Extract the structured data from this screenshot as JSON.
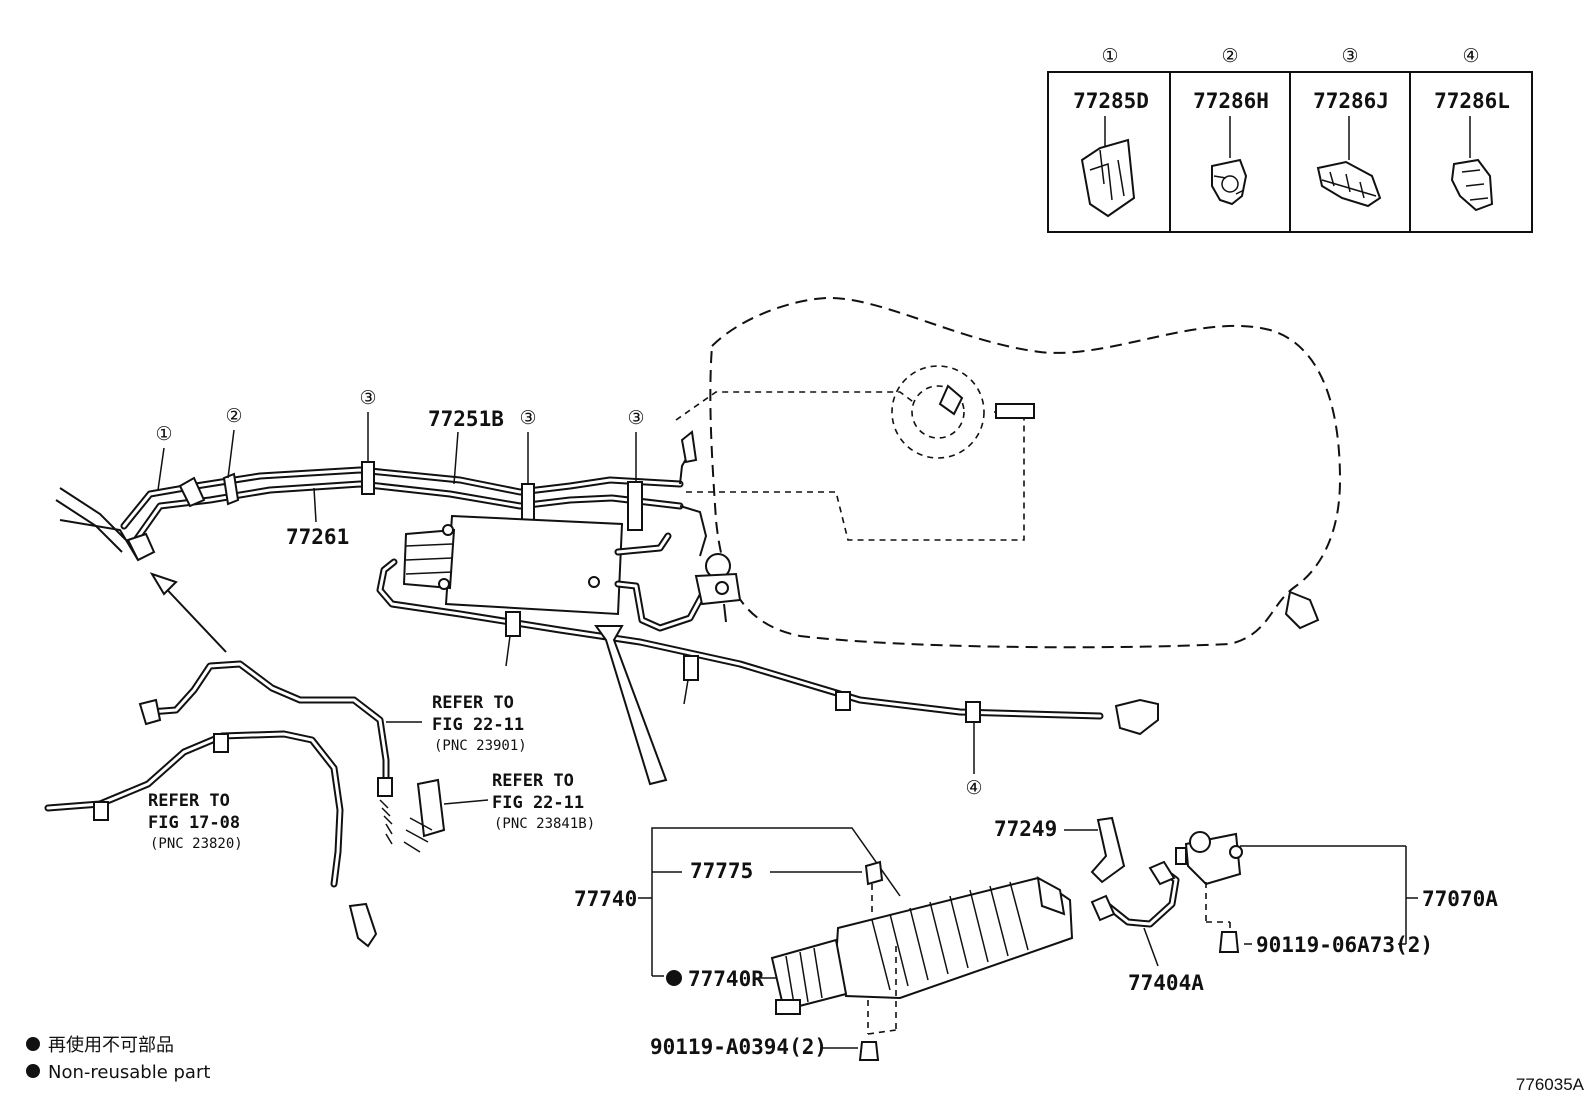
{
  "clip_table": {
    "columns": [
      {
        "index": "①",
        "part": "77285D"
      },
      {
        "index": "②",
        "part": "77286H"
      },
      {
        "index": "③",
        "part": "77286J"
      },
      {
        "index": "④",
        "part": "77286L"
      }
    ]
  },
  "callouts": {
    "c1": "①",
    "c2": "②",
    "c3a": "③",
    "c3b": "③",
    "c3c": "③",
    "c4": "④"
  },
  "parts": {
    "p77251B": "77251B",
    "p77261": "77261",
    "p77249": "77249",
    "p77070A": "77070A",
    "p77740": "77740",
    "p77775": "77775",
    "p77740R": "77740R",
    "p77404A": "77404A",
    "bolt_a": "90119-06A73(2)",
    "bolt_b": "90119-A0394(2)"
  },
  "references": [
    {
      "line1": "REFER TO",
      "line2": "FIG 22-11",
      "pnc": "(PNC 23901)"
    },
    {
      "line1": "REFER TO",
      "line2": "FIG 22-11",
      "pnc": "(PNC 23841B)"
    },
    {
      "line1": "REFER TO",
      "line2": "FIG 17-08",
      "pnc": "(PNC 23820)"
    }
  ],
  "legend": {
    "line1": "再使用不可部品",
    "line2": "Non-reusable part"
  },
  "figure_id": "776035A"
}
